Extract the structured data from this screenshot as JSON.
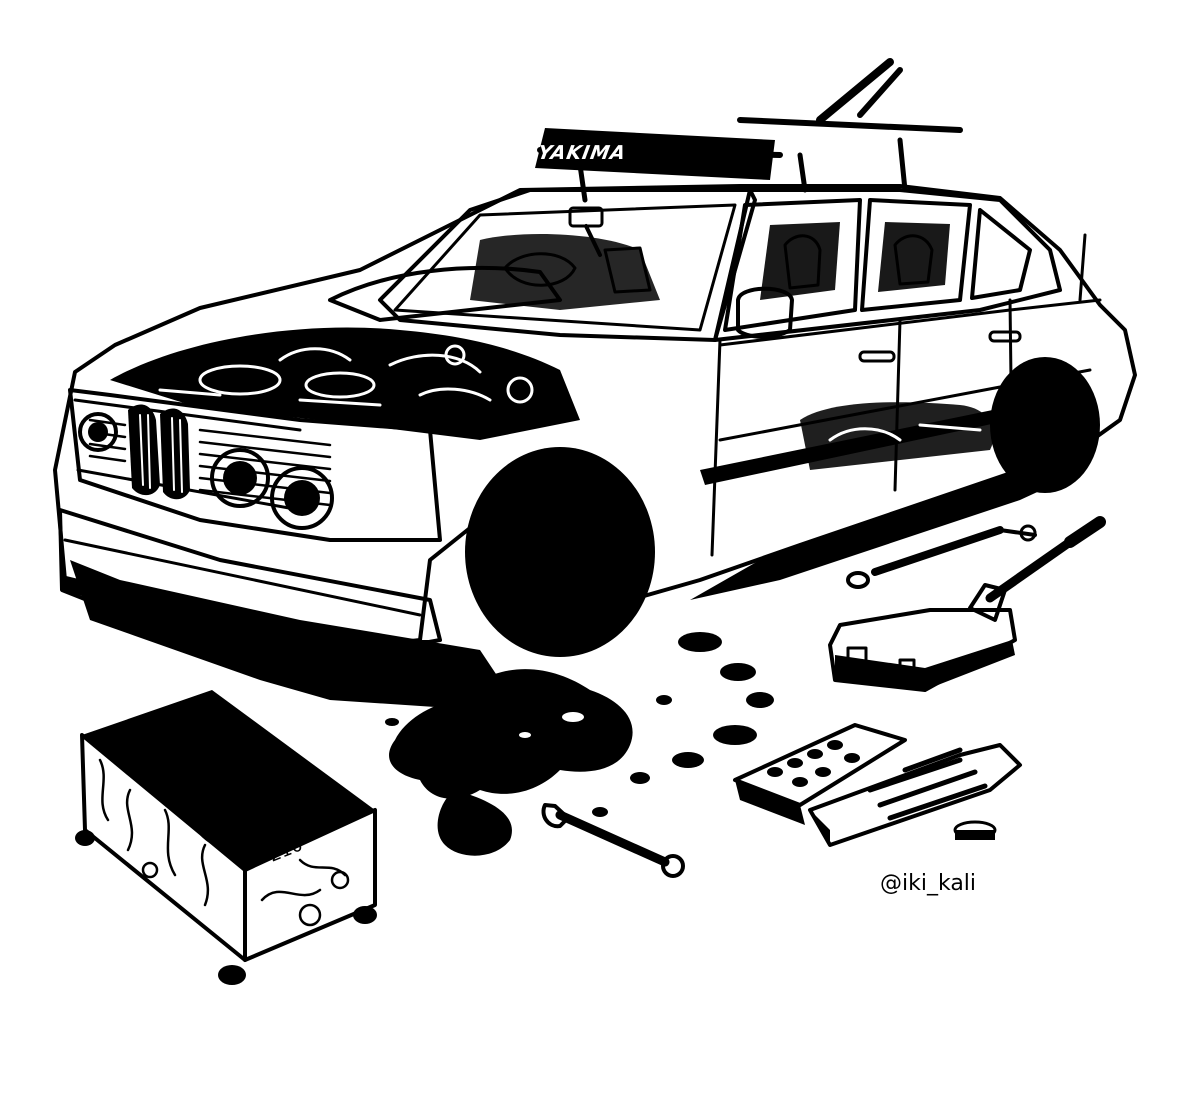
{
  "illustration": {
    "roof_box_label": "YAKIMA",
    "crate_number": "210",
    "signature": "@iki_kali",
    "ink_color": "#000000",
    "paper_color": "#ffffff"
  }
}
